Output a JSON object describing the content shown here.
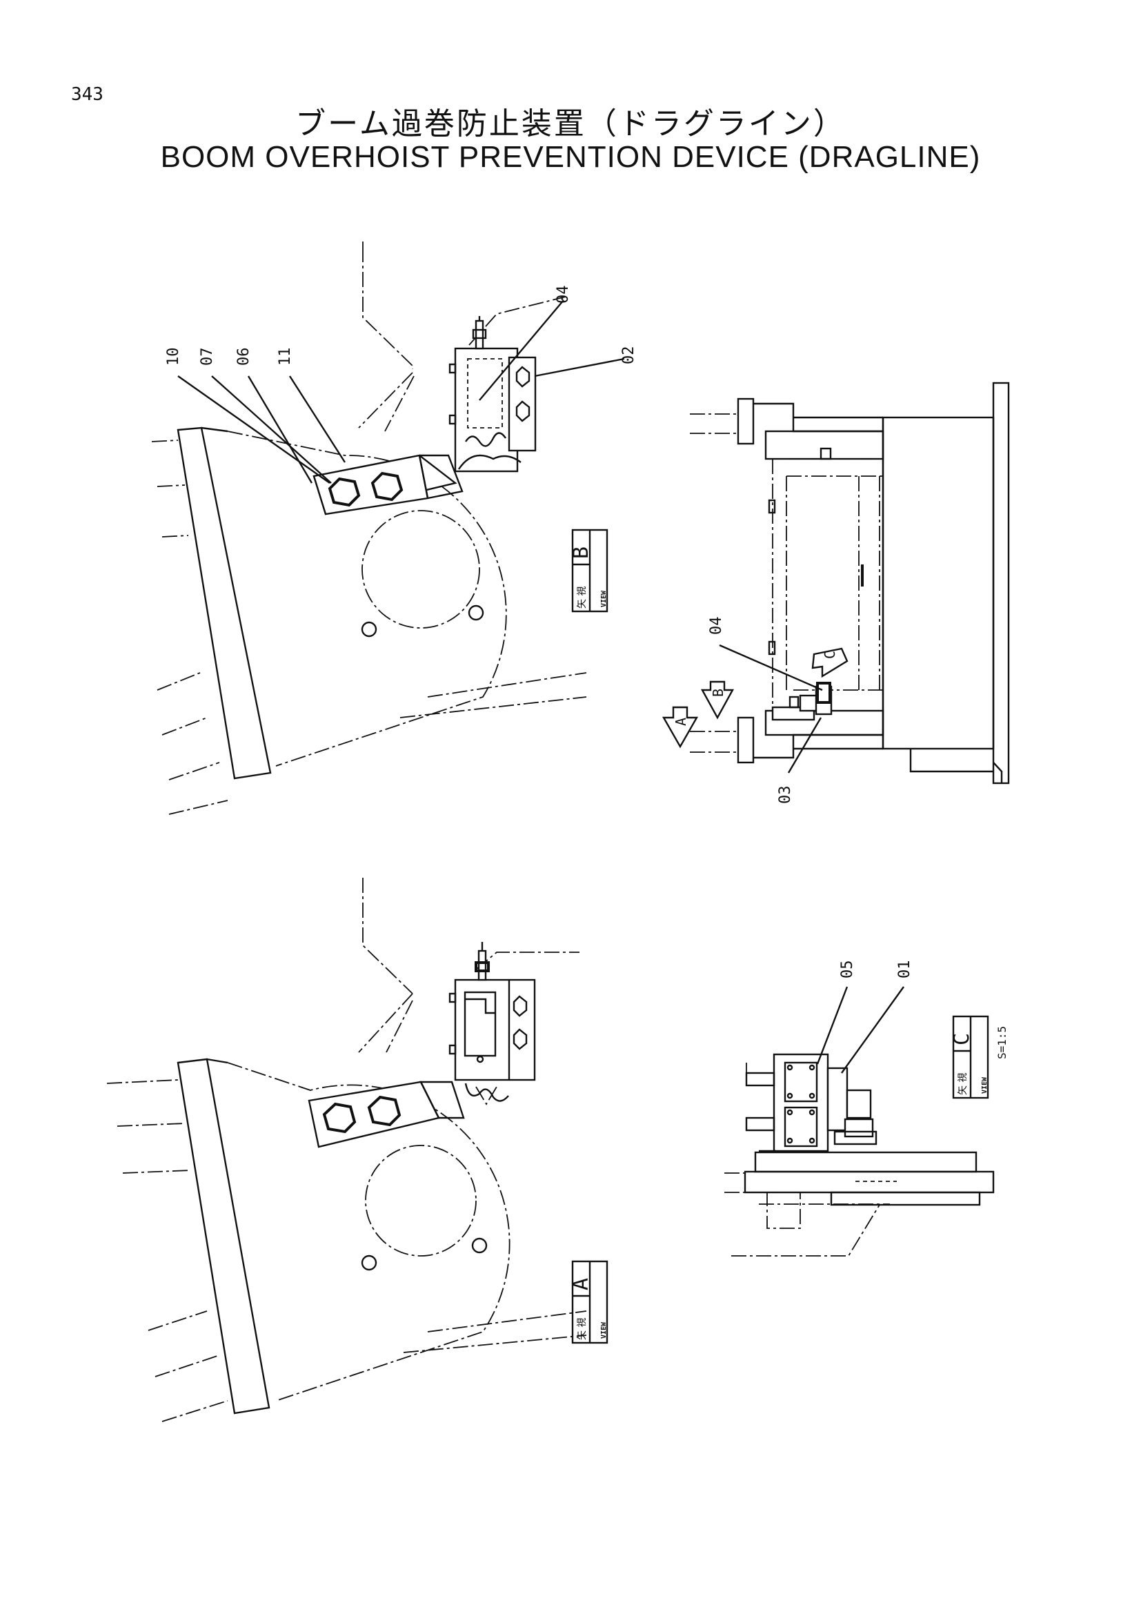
{
  "page_number": "343",
  "title_jp": "ブーム過巻防止装置（ドラグライン）",
  "title_en": "BOOM OVERHOIST PREVENTION DEVICE (DRAGLINE)",
  "part_labels": {
    "p10": "10",
    "p07": "07",
    "p06": "06",
    "p11": "11",
    "p04_top": "04",
    "p02": "02",
    "p04_mid": "04",
    "p03": "03",
    "p05": "05",
    "p01": "01"
  },
  "view_boxes": {
    "b": {
      "jp": "矢 視",
      "en": "VIEW",
      "letter": "B"
    },
    "a": {
      "jp": "矢 視",
      "en": "VIEW",
      "letter": "A"
    },
    "c": {
      "jp": "矢 視",
      "en": "VIEW",
      "letter": "C",
      "scale": "S=1:5"
    }
  },
  "view_arrows": {
    "a": "A",
    "b": "B",
    "c": "C"
  }
}
